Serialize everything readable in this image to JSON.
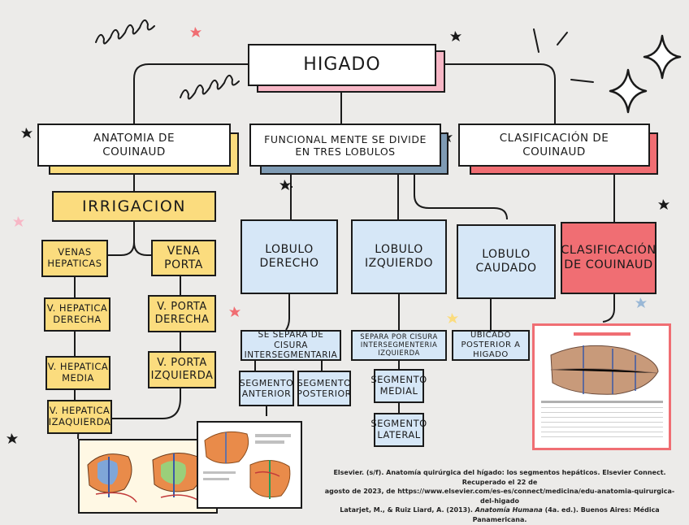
{
  "title": "HIGADO",
  "headers": {
    "anatomia": "ANATOMIA DE\nCOUINAUD",
    "funcional": "FUNCIONAL MENTE SE DIVIDE\nEN TRES LOBULOS",
    "clasificacion": "CLASIFICACIÓN DE\nCOUINAUD"
  },
  "irrigacion": {
    "label": "IRRIGACION",
    "venas_hepaticas": "VENAS\nHEPATICAS",
    "vena_porta": "VENA\nPORTA",
    "hepaticas_items": [
      "V. HEPATICA\nDERECHA",
      "V. HEPATICA\nMEDIA",
      "V. HEPATICA\nIZAQUIERDA"
    ],
    "porta_items": [
      "V. PORTA\nDERECHA",
      "V. PORTA\nIZQUIERDA"
    ]
  },
  "lobulos": {
    "derecho": "LOBULO\nDERECHO",
    "izquierdo": "LOBULO\nIZQUIERDO",
    "caudado": "LOBULO\nCAUDADO",
    "derecho_desc": "SE SEPARA DE CISURA\nINTERSEGMENTARIA",
    "izquierdo_desc": "SEPARA POR CISURA\nINTERSEGMENTERIA\nIZQUIERDA",
    "caudado_desc": "UBICADO\nPOSTERIOR A\nHIGADO",
    "seg_anterior": "SEGMENTO\nANTERIOR",
    "seg_posterior": "SEGMENTO\nPOSTERIOR",
    "seg_medial": "SEGMENTO\nMEDIAL",
    "seg_lateral": "SEGMENTO\nLATERAL"
  },
  "clasificacion_box": "CLASIFICACIÓN\nDE COUINAUD",
  "citation": {
    "line1": "Elsevier. (s/f). Anatomía quirúrgica del hígado: los segmentos hepáticos. Elsevier Connect. Recuperado el 22 de",
    "line2": "agosto de 2023, de https://www.elsevier.com/es-es/connect/medicina/edu-anatomia-quirurgica-del-higado",
    "line3_pre": "Latarjet, M., & Ruiz Liard, A. (2013). ",
    "line3_em": "Anatomía Humana",
    "line3_post": " (4a. ed.). Buenos Aires: Médica Panamericana."
  },
  "colors": {
    "background": "#ecebe9",
    "yellow": "#fbdc7e",
    "blue_fill": "#d6e7f7",
    "blue_shadow": "#7f9bb4",
    "red": "#f06e73",
    "pink_shadow": "#f7b7c6"
  }
}
